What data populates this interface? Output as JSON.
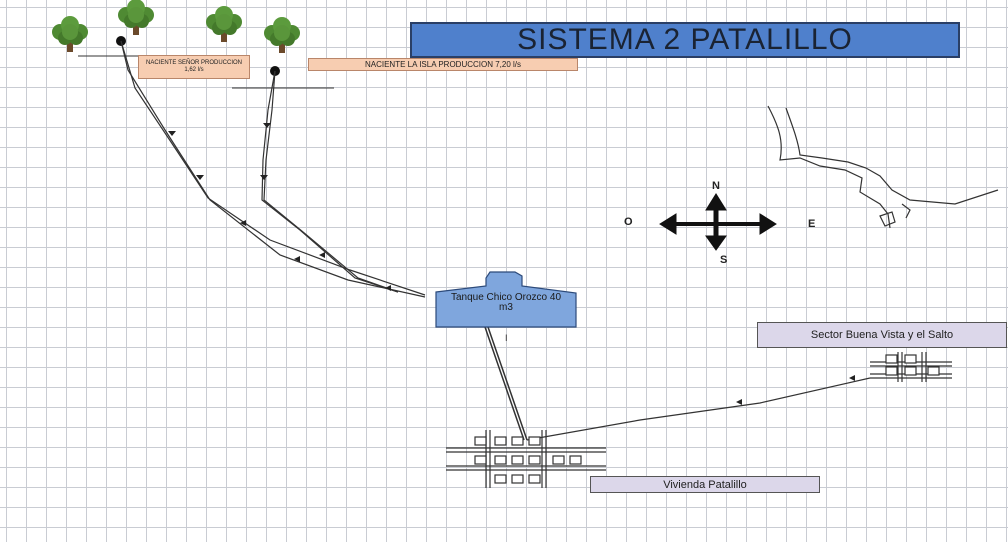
{
  "title": "SISTEMA 2 PATALILLO",
  "springs": [
    {
      "label": "NACIENTE SEÑOR PRODUCCION 1,62 l/s"
    },
    {
      "label": "NACIENTE  LA ISLA  PRODUCCION 7,20 l/s"
    }
  ],
  "tank": {
    "label": "Tanque Chico Orozco 40 m3",
    "mark": "I"
  },
  "sectors": {
    "buena_vista": "Sector Buena Vista y el Salto",
    "vivienda": "Vivienda Patalillo"
  },
  "compass": {
    "north": "N",
    "south": "S",
    "east": "E",
    "west": "O"
  },
  "colors": {
    "title_bg": "#4f80cc",
    "tank_fill": "#7fa6dd",
    "spring_label_bg": "#f7cdb1",
    "sector_label_bg": "#dcd7ea",
    "tree_foliage": "#4f8a33",
    "trunk": "#6b4a2b"
  },
  "icons": [
    "tree-icon",
    "compass-rose-icon",
    "river-outline-icon"
  ]
}
